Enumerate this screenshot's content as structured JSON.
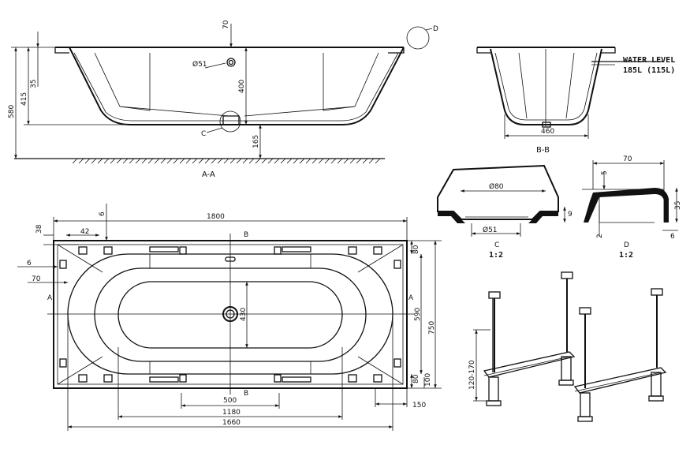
{
  "section_aa": {
    "title": "A-A",
    "dims": {
      "d70": "70",
      "d35": "35",
      "d415": "415",
      "d580": "580",
      "d400": "400",
      "d165": "165",
      "phi51": "Ø51"
    },
    "callouts": {
      "c": "C",
      "d": "D"
    }
  },
  "section_bb": {
    "title": "B-B",
    "water_level": "WATER LEVEL",
    "volume": "185L (115L)",
    "d460": "460"
  },
  "detail_c": {
    "label": "C",
    "scale": "1:2",
    "phi80": "Ø80",
    "phi51": "Ø51",
    "d9": "9"
  },
  "detail_d": {
    "label": "D",
    "scale": "1:2",
    "d70": "70",
    "d5": "5",
    "d35": "35",
    "d2": "2",
    "d6": "6"
  },
  "plan": {
    "d1800": "1800",
    "d6top": "6",
    "d38": "38",
    "d42": "42",
    "d6left": "6",
    "d70": "70",
    "sec_a_left": "A",
    "sec_a_right": "A",
    "sec_b_top": "B",
    "sec_b_bottom": "B",
    "d430": "430",
    "d590": "590",
    "d750": "750",
    "d80top": "80",
    "d80bot": "80",
    "d100": "100",
    "d500": "500",
    "d1180": "1180",
    "d1660": "1660",
    "d150": "150"
  },
  "legs": {
    "range": "120-170"
  }
}
